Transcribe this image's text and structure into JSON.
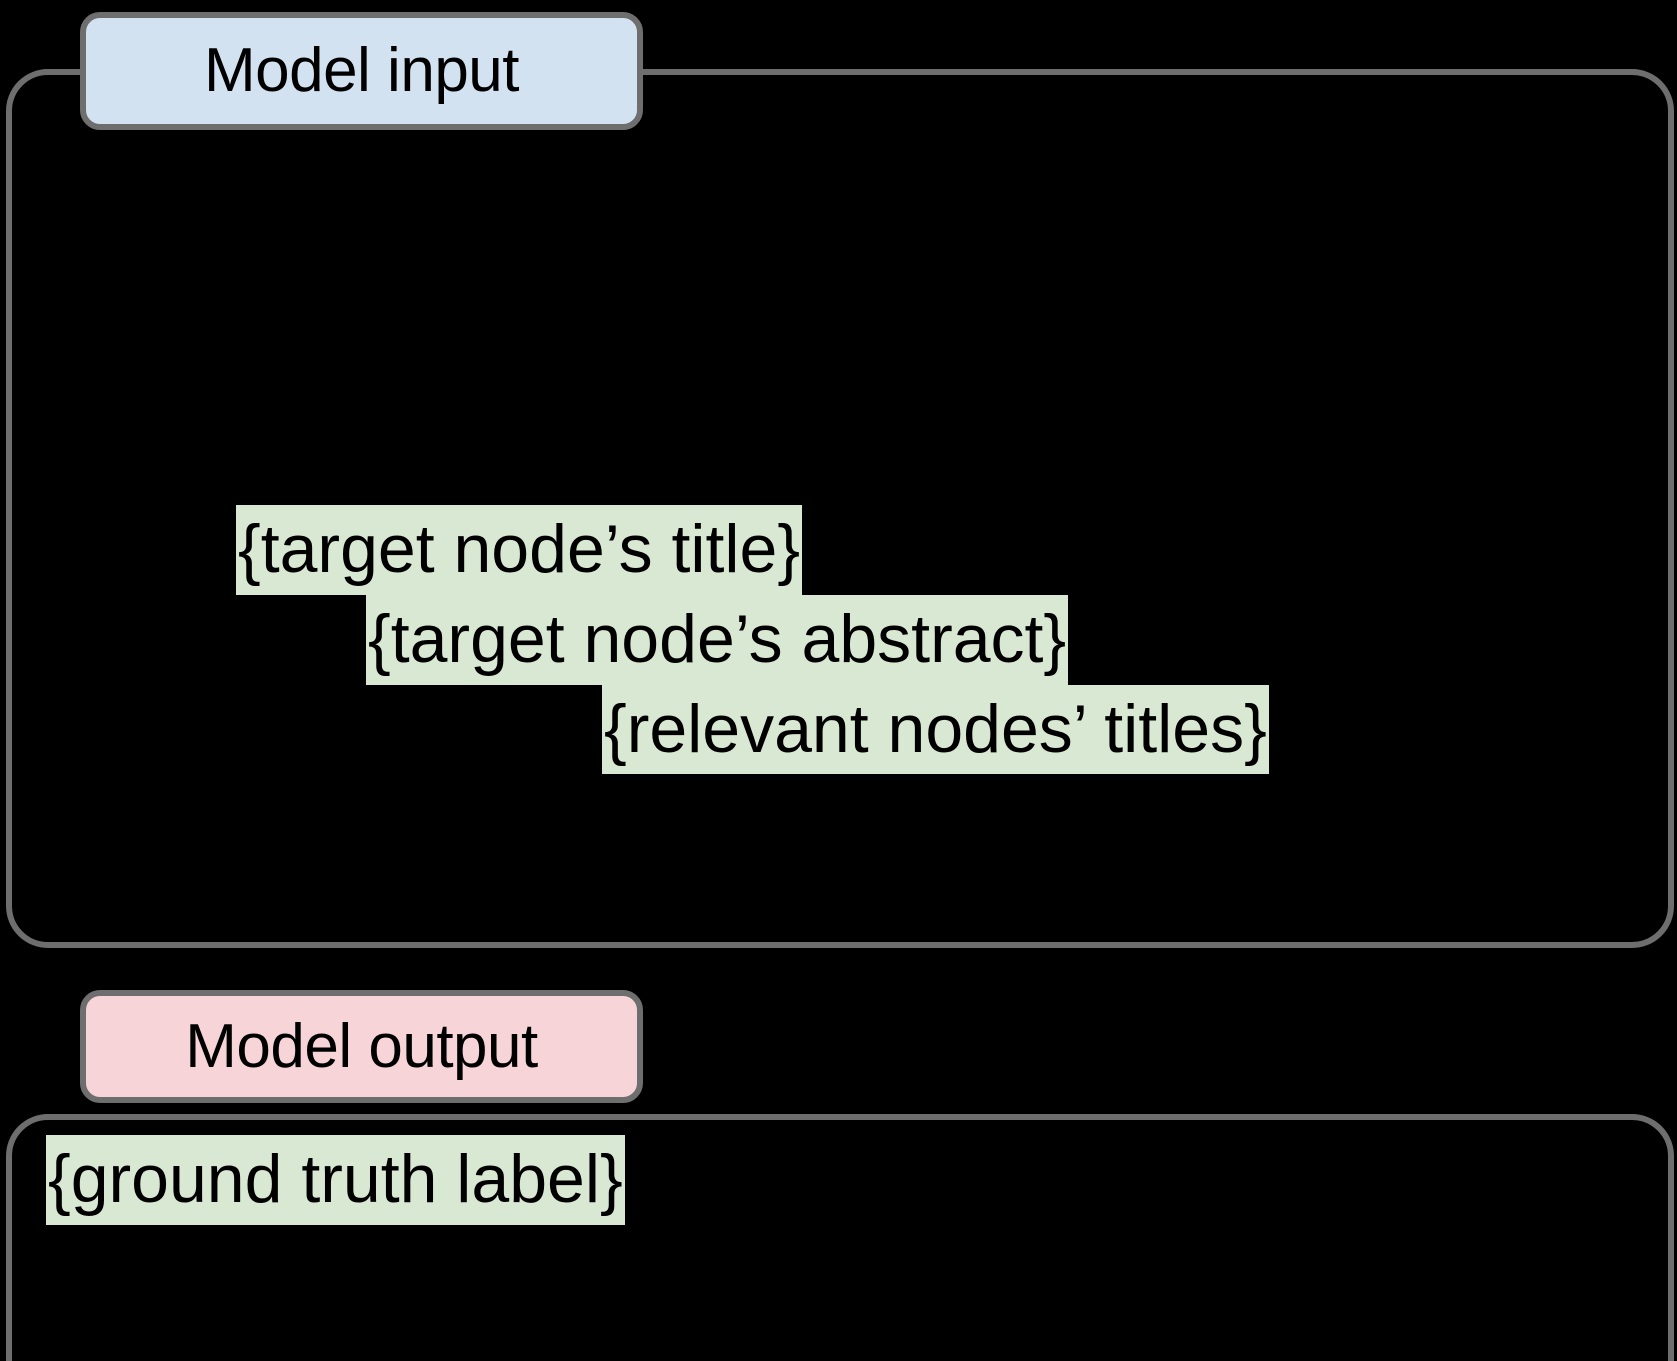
{
  "diagram": {
    "background_color": "#000000",
    "border_color": "#6e6e6e",
    "highlight_color": "#d9e8d2",
    "input_chip_color": "#d3e2f0",
    "output_chip_color": "#f6d4d8",
    "text_color": "#000000"
  },
  "input_section": {
    "label": "Model input",
    "lines": [
      {
        "text": "{target node’s title}"
      },
      {
        "text": "{target node’s abstract}"
      },
      {
        "text": "{relevant nodes’ titles}"
      }
    ]
  },
  "output_section": {
    "label": "Model output",
    "lines": [
      {
        "text": "{ground truth label}"
      }
    ]
  }
}
